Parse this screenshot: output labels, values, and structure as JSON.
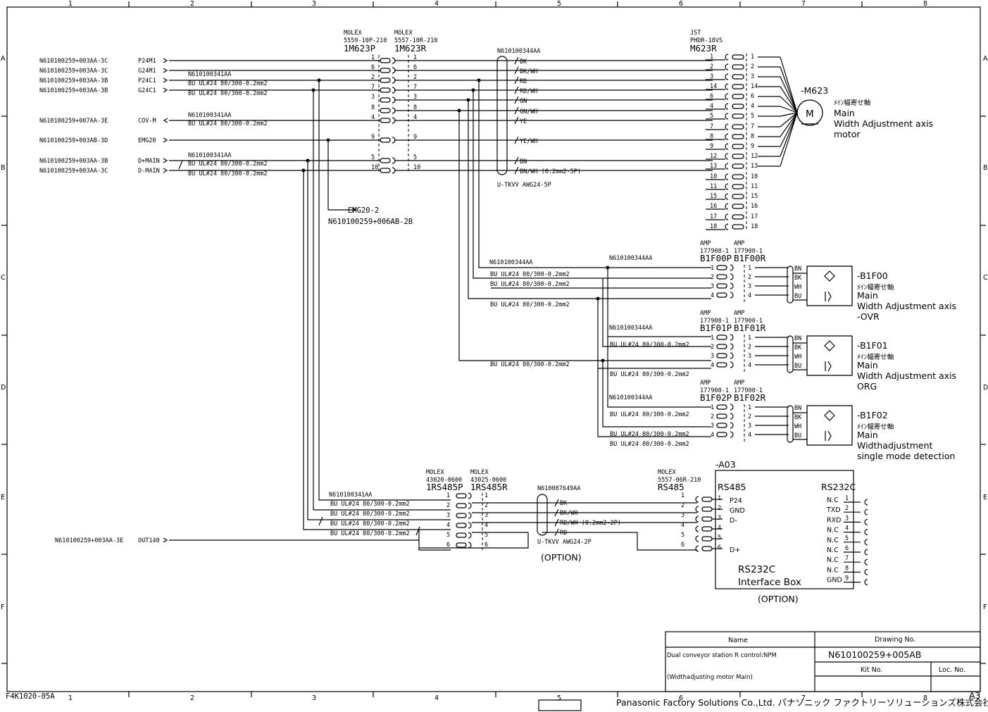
{
  "frame": {
    "cols": [
      "1",
      "2",
      "3",
      "4",
      "5",
      "6",
      "7",
      "8"
    ],
    "rows": [
      "A",
      "B",
      "C",
      "D",
      "E",
      "F"
    ],
    "form_code": "F4K1020-05A",
    "sheet_size": "A3"
  },
  "harness_left": {
    "signals": [
      {
        "ref": "N610100259+003AA-3C",
        "sig": "P24M1"
      },
      {
        "ref": "N610100259+003AA-3C",
        "sig": "G24M1"
      },
      {
        "ref": "N610100259+003AA-3B",
        "sig": "P24C1"
      },
      {
        "ref": "N610100259+003AA-3B",
        "sig": "G24C1"
      },
      {
        "ref": "N610100259+007AA-3E",
        "sig": "COV-M"
      },
      {
        "ref": "N610100259+003AB-3D",
        "sig": "EMG20"
      },
      {
        "ref": "N610100259+003AA-3B",
        "sig": "D+MAIN"
      },
      {
        "ref": "N610100259+003AA-3C",
        "sig": "D-MAIN"
      },
      {
        "ref": "N610100259+003AA-3E",
        "sig": "OUT140"
      }
    ],
    "cable_ref": "N610100341AA",
    "wire_spec": "BU   UL#24 80/300-0.2mm2",
    "wire_spec_compact": "BU UL#24 80/300-0.2mm2",
    "emg_out": {
      "sig": "EMG20-2",
      "ref": "N610100259+006AB-2B"
    }
  },
  "conn_1m623": {
    "p_maker": "MOLEX",
    "p_part": "5559-10P-210",
    "p_name": "1M623P",
    "r_maker": "MOLEX",
    "r_part": "5557-10R-210",
    "r_name": "1M623R",
    "pins": [
      "1",
      "6",
      "2",
      "7",
      "3",
      "8",
      "4",
      "9",
      "5",
      "10"
    ]
  },
  "motor_cable": {
    "ref": "N610100344AA",
    "spec": "U-TKVV AWG24-5P",
    "colors": [
      "BK",
      "BK/WH",
      "RD",
      "RD/WH",
      "GN",
      "GN/WH",
      "YE",
      "YE/WH",
      "BN",
      "BN/WH (0.2mm2-5P)"
    ]
  },
  "conn_m623": {
    "maker": "JST",
    "part": "PHDR-18VS",
    "name": "M623R",
    "pins": [
      "1",
      "2",
      "3",
      "14",
      "6",
      "4",
      "5",
      "7",
      "8",
      "9",
      "12",
      "13",
      "10",
      "11",
      "15",
      "16",
      "17",
      "18"
    ]
  },
  "motor": {
    "tag": "-M623",
    "symbol": "M",
    "jp": "ﾒｲﾝ幅寄せ軸",
    "lines": [
      "Main",
      "Width Adjustment  axis",
      "motor"
    ]
  },
  "sensor_cable_ref": "N610100344AA",
  "sensor_conn": {
    "p_maker": "AMP",
    "p_part": "177908-1",
    "r_maker": "AMP",
    "r_part": "177900-1",
    "pins": [
      "1",
      "2",
      "3",
      "4"
    ]
  },
  "sensors": [
    {
      "p_name": "B1F00P",
      "r_name": "B1F00R",
      "tag": "-B1F00",
      "jp": "ﾒｲﾝ幅寄せ軸",
      "lines": [
        "Main",
        "Width Adjustment  axis",
        "-OVR"
      ]
    },
    {
      "p_name": "B1F01P",
      "r_name": "B1F01R",
      "tag": "-B1F01",
      "jp": "ﾒｲﾝ幅寄せ軸",
      "lines": [
        "Main",
        "Width Adjustment  axis",
        "ORG"
      ]
    },
    {
      "p_name": "B1F02P",
      "r_name": "B1F02R",
      "tag": "-B1F02",
      "jp": "ﾒｲﾝ幅寄せ軸",
      "lines": [
        "Main",
        "Widthadjustment",
        "single mode detection"
      ]
    }
  ],
  "sensor_colors": [
    "BN",
    "BK",
    "WH",
    "BU"
  ],
  "rs485": {
    "p_maker": "MOLEX",
    "p_part": "43020-0600",
    "p_name": "1RS485P",
    "r_maker": "MOLEX",
    "r_part": "43025-0600",
    "r_name": "1RS485R",
    "pins": [
      "1",
      "2",
      "3",
      "4",
      "5",
      "6"
    ],
    "cable_ref": "N610087649AA",
    "cable_spec": "U-TKVV AWG24-2P",
    "colors": [
      "BK",
      "BK/WH",
      "RD/WH (0.2mm2-2P)",
      "RD"
    ],
    "option": "(OPTION)"
  },
  "a03": {
    "tag": "-A03",
    "conn_maker": "MOLEX",
    "conn_part": "5557-06R-210",
    "conn_name": "RS485",
    "rs485_title": "RS485",
    "rs485_pins": [
      {
        "n": "1",
        "s": "P24"
      },
      {
        "n": "2",
        "s": "GND"
      },
      {
        "n": "3",
        "s": "D-"
      },
      {
        "n": "4",
        "s": ""
      },
      {
        "n": "5",
        "s": ""
      },
      {
        "n": "6",
        "s": "D+"
      }
    ],
    "rs232_title": "RS232C",
    "rs232_pins": [
      {
        "n": "1",
        "s": "N.C"
      },
      {
        "n": "2",
        "s": "TXD"
      },
      {
        "n": "3",
        "s": "RXD"
      },
      {
        "n": "4",
        "s": "N.C"
      },
      {
        "n": "5",
        "s": "N.C"
      },
      {
        "n": "6",
        "s": "N.C"
      },
      {
        "n": "7",
        "s": "N.C"
      },
      {
        "n": "8",
        "s": "N.C"
      },
      {
        "n": "9",
        "s": "GND"
      }
    ],
    "box_line1": "RS232C",
    "box_line2": "Interface Box",
    "option": "(OPTION)"
  },
  "title_block": {
    "name_header": "Name",
    "drawing_no_header": "Drawing No.",
    "name_line1": "Dual conveyor station R control:NPM",
    "name_line2": "(Widthadjusting motor Main)",
    "drawing_no": "N610100259+005AB",
    "kit_no_header": "Kit No.",
    "loc_no_header": "Loc. No."
  },
  "company": "Panasonic Factory Solutions Co.,Ltd.  パナソニック ファクトリーソリューションズ株式会社"
}
